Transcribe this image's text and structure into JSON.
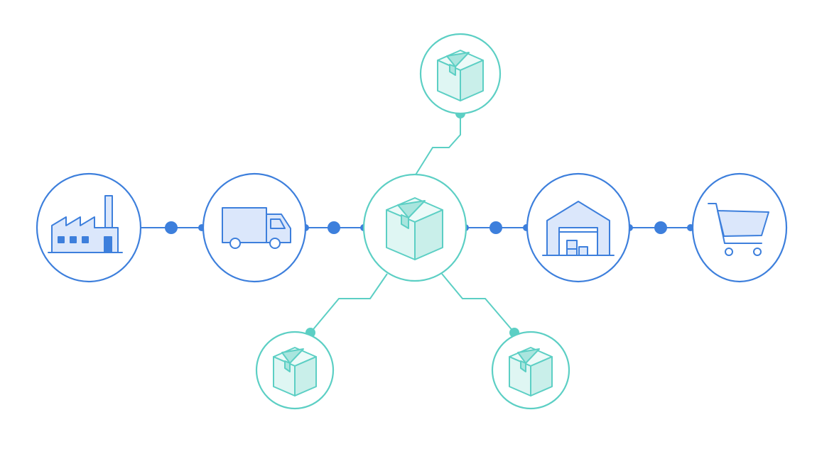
{
  "diagram": {
    "kind": "supply-chain-network",
    "colors": {
      "blue": "#3d7fdc",
      "blue_fill": "#dbe7fb",
      "blue_dot": "#3d7fdc",
      "teal": "#5ccfc4",
      "teal_fill": "#dff6f3",
      "teal_dot": "#5ccfc4",
      "background": "#ffffff"
    },
    "nodes": [
      {
        "id": "factory",
        "icon": "factory-icon",
        "group": "main-chain"
      },
      {
        "id": "truck",
        "icon": "delivery-truck-icon",
        "group": "main-chain"
      },
      {
        "id": "hub",
        "icon": "package-box-icon",
        "group": "distribution-hub"
      },
      {
        "id": "warehouse",
        "icon": "warehouse-icon",
        "group": "main-chain"
      },
      {
        "id": "cart",
        "icon": "shopping-cart-icon",
        "group": "main-chain"
      },
      {
        "id": "package-top",
        "icon": "package-box-icon",
        "group": "branch"
      },
      {
        "id": "package-bottom-left",
        "icon": "package-box-icon",
        "group": "branch"
      },
      {
        "id": "package-bottom-right",
        "icon": "package-box-icon",
        "group": "branch"
      }
    ],
    "links": [
      {
        "from": "factory",
        "to": "truck"
      },
      {
        "from": "truck",
        "to": "hub"
      },
      {
        "from": "hub",
        "to": "warehouse"
      },
      {
        "from": "warehouse",
        "to": "cart"
      },
      {
        "from": "hub",
        "to": "package-top"
      },
      {
        "from": "hub",
        "to": "package-bottom-left"
      },
      {
        "from": "hub",
        "to": "package-bottom-right"
      }
    ]
  }
}
